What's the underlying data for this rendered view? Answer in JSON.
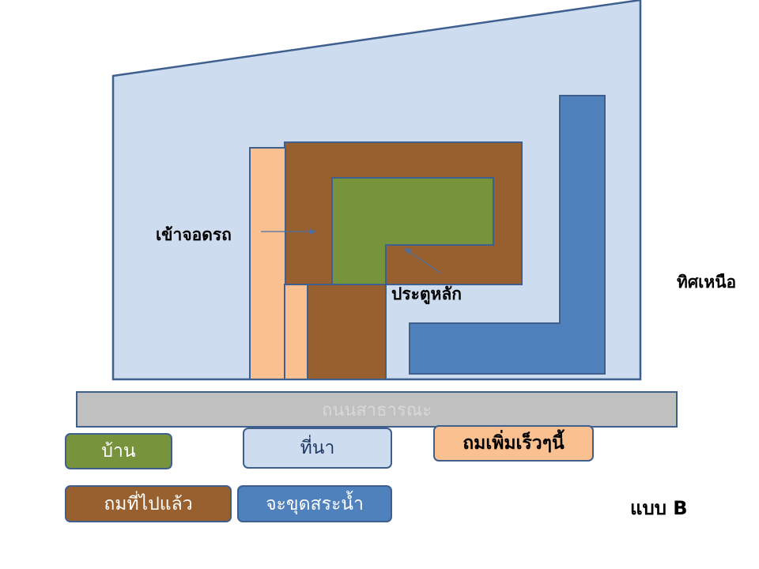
{
  "labels": {
    "parking_entry": "เข้าจอดรถ",
    "main_gate": "ประตูหลัก",
    "north": "ทิศเหนือ",
    "plan_variant": "แบบ B",
    "public_road": "ถนนสาธารณะ"
  },
  "legend": {
    "house": "บ้าน",
    "rice_field": "ที่นา",
    "soil_add_soon": "ถมเพิ่มเร็วๆนี้",
    "soil_filled": "ถมที่ไปแล้ว",
    "pond_planned": "จะขุดสระน้ำ"
  },
  "colors": {
    "rice_field": "#cddcef",
    "soil_filled": "#98602f",
    "house": "#77933c",
    "pond": "#4f81bd",
    "soil_add": "#fac090",
    "road": "#c0c0c0",
    "outline": "#3f5f8f"
  }
}
